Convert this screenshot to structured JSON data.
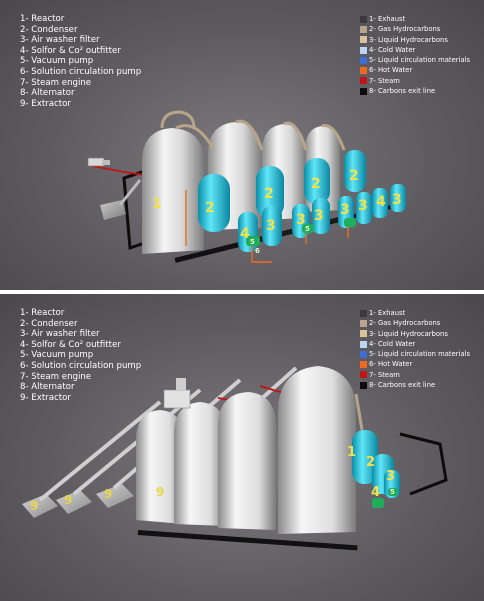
{
  "components": [
    "1- Reactor",
    "2- Condenser",
    "3- Air washer filter",
    "4- Solfor & Co² outfitter",
    "5- Vacuum pump",
    "6- Solution circulation pump",
    "7- Steam engine",
    "8- Alternator",
    "9- Extractor"
  ],
  "legend": [
    {
      "label": "1- Exhaust",
      "color": "#3a3a3a"
    },
    {
      "label": "2- Gas Hydrocarbons",
      "color": "#b8a48a"
    },
    {
      "label": "3- Liquid Hydrocarbons",
      "color": "#d8c29a"
    },
    {
      "label": "4- Cold Water",
      "color": "#bcd6f2"
    },
    {
      "label": "5- Liquid circulation materials",
      "color": "#3d6fd6"
    },
    {
      "label": "6- Hot Water",
      "color": "#ef6a1e"
    },
    {
      "label": "7- Steam",
      "color": "#c21414"
    },
    {
      "label": "8- Carbons exit line",
      "color": "#0c0c0c"
    }
  ],
  "top_callouts": [
    "1",
    "2",
    "2",
    "2",
    "2",
    "3",
    "3",
    "3",
    "3",
    "3",
    "3",
    "4",
    "4",
    "5",
    "6",
    "5"
  ],
  "bottom_callouts": [
    "1",
    "2",
    "3",
    "4",
    "5",
    "9",
    "9",
    "9",
    "9"
  ]
}
